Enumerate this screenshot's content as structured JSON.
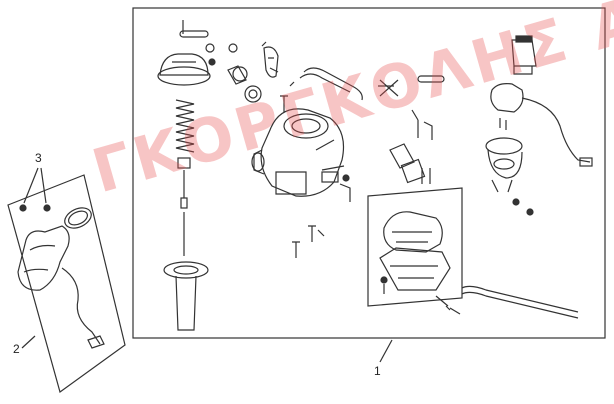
{
  "callouts": {
    "main_assembly": "1",
    "intake_manifold": "2",
    "manifold_bolts": "3"
  },
  "watermark_text": "ΓΚΟΡΓΚΟΛΗΣ Α.Ε.",
  "colors": {
    "line": "#333333",
    "watermark": "#e85050"
  }
}
